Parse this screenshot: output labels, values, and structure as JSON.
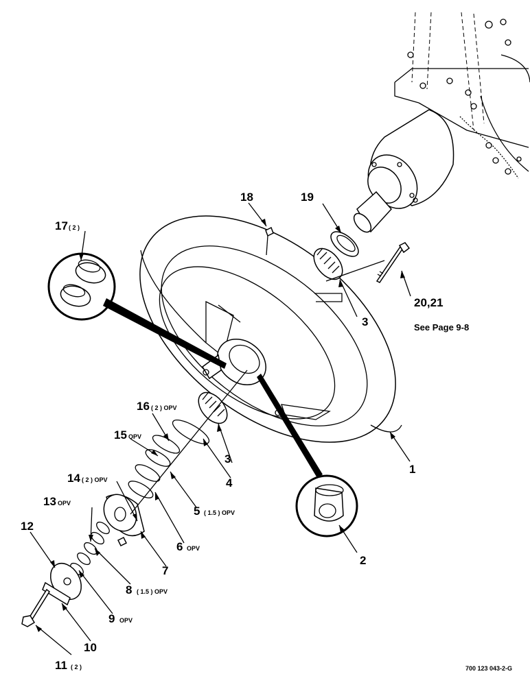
{
  "callouts": {
    "c1": "1",
    "c2": "2",
    "c3a": "3",
    "c3b": "3",
    "c4": "4",
    "c5": "5",
    "c5q": "( 1.5 ) OPV",
    "c6": "6",
    "c6q": "OPV",
    "c7": "7",
    "c8": "8",
    "c8q": "( 1.5 ) OPV",
    "c9": "9",
    "c9q": "OPV",
    "c10": "10",
    "c11": "11",
    "c11q": "( 2 )",
    "c12": "12",
    "c13": "13",
    "c13q": "OPV",
    "c14": "14",
    "c14q": "( 2 ) OPV",
    "c15": "15",
    "c15q": "OPV",
    "c16": "16",
    "c16q": "( 2 ) OPV",
    "c17": "17",
    "c17q": "( 2 )",
    "c18": "18",
    "c19": "19",
    "c2021": "20,21",
    "see_page": "See Page 9-8"
  },
  "drawing_code": "700 123 043-2-G"
}
